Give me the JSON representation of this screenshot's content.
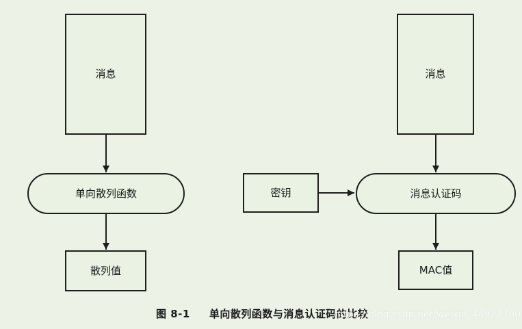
{
  "left": {
    "message": "消息",
    "hash_function": "单向散列函数",
    "hash_value": "散列值"
  },
  "right": {
    "message": "消息",
    "key": "密钥",
    "mac": "消息认证码",
    "mac_value": "MAC值"
  },
  "caption": {
    "number": "图 8-1",
    "text": "单向散列函数与消息认证码的比较"
  },
  "watermark": "https://blog.csdn.net/weixin_44922700"
}
